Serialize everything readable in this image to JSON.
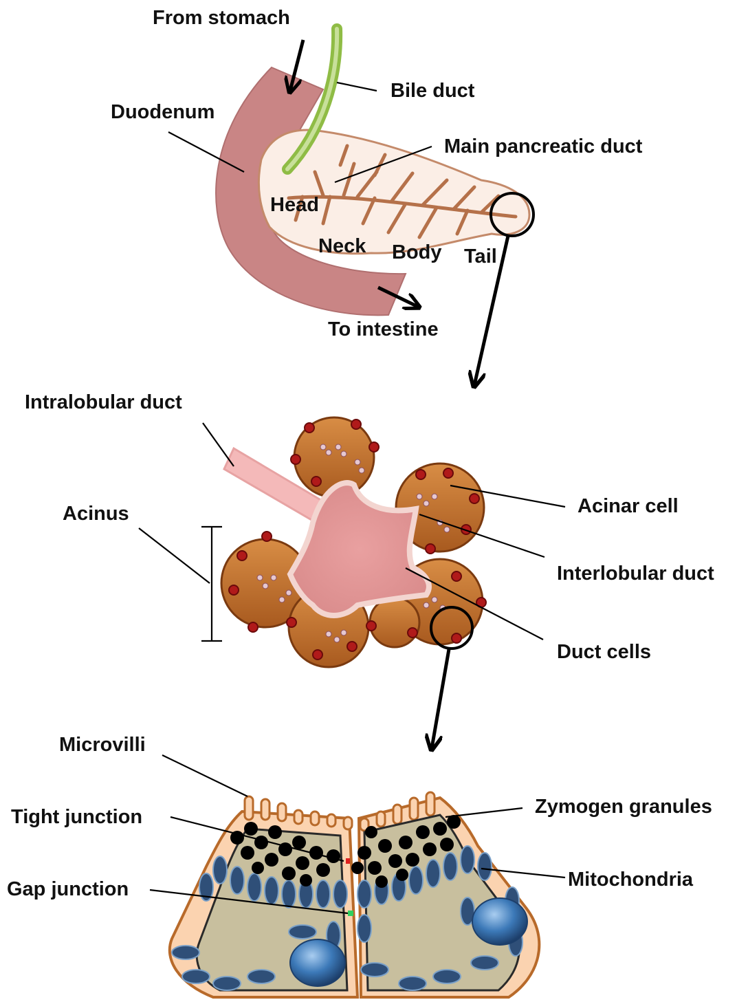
{
  "colors": {
    "duodenum": "#c98585",
    "pancreas": "#fbeee6",
    "ducts": "#b5714a",
    "bile_duct": "#8fbc45",
    "acinar_cell": "#b86a2a",
    "lumen": "#e7a3a3",
    "nucleus": "#b01a1a",
    "cytoplasm": "#c8bf9e",
    "cell_border": "#e9a46c",
    "mitochondria": "#2f4f78",
    "granules": "#000000",
    "nucleus_blue": "#3c79b8"
  },
  "panel_gross": {
    "labels": {
      "from_stomach": "From stomach",
      "bile_duct": "Bile duct",
      "duodenum": "Duodenum",
      "main_pancreatic_duct": "Main pancreatic duct",
      "head": "Head",
      "neck": "Neck",
      "body": "Body",
      "tail": "Tail",
      "to_intestine": "To intestine"
    }
  },
  "panel_acinus": {
    "labels": {
      "intralobular_duct": "Intralobular duct",
      "acinus": "Acinus",
      "acinar_cell": "Acinar cell",
      "interlobular_duct": "Interlobular duct",
      "duct_cells": "Duct cells"
    }
  },
  "panel_cell": {
    "labels": {
      "microvilli": "Microvilli",
      "tight_junction": "Tight junction",
      "gap_junction": "Gap junction",
      "zymogen_granules": "Zymogen granules",
      "mitochondria": "Mitochondria"
    }
  }
}
